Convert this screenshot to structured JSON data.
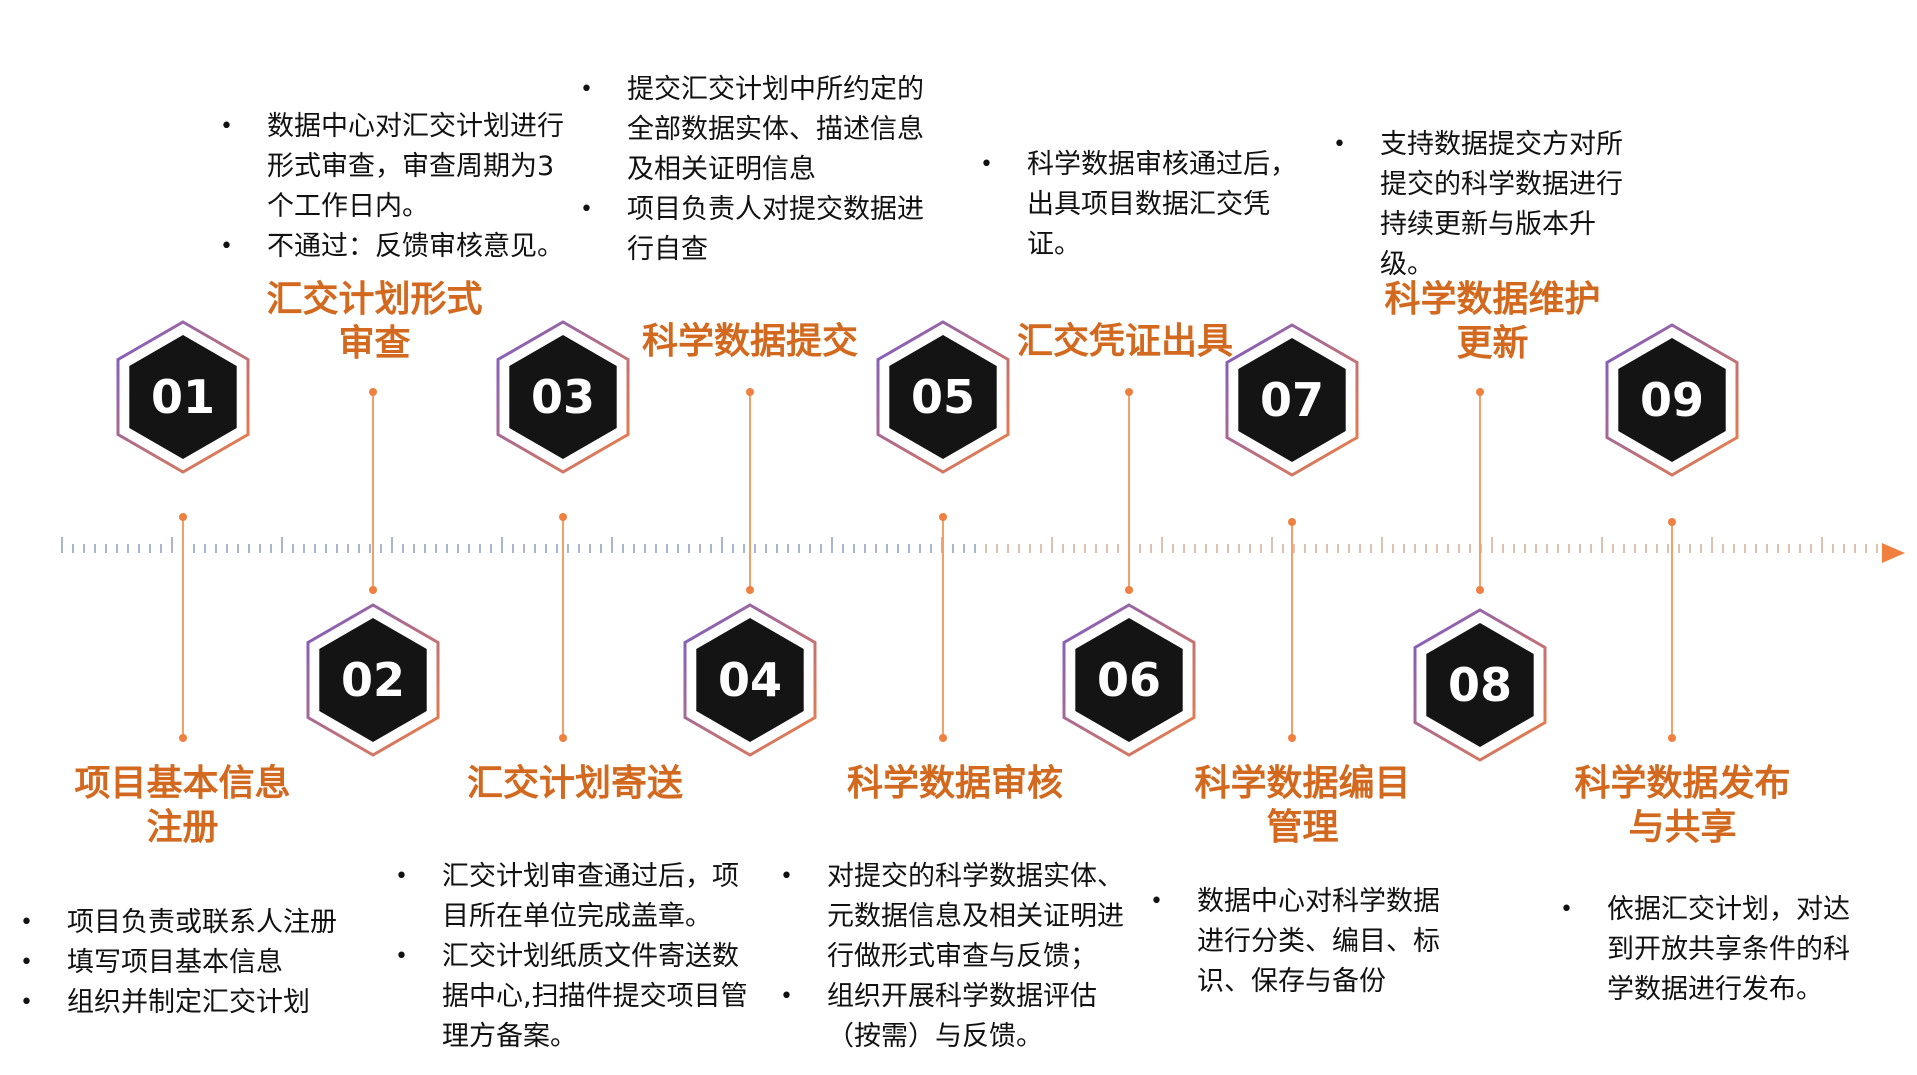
{
  "colors": {
    "accent": "#D2691E",
    "axis_blue": "#4A6CB8",
    "hex_fill": "#141414",
    "text": "#111111"
  },
  "steps": [
    {
      "num": "01",
      "title": "项目基本信息注册",
      "bullets": [
        "项目负责或联系人注册",
        "填写项目基本信息",
        "组织并制定汇交计划"
      ]
    },
    {
      "num": "02",
      "title": "汇交计划形式审查",
      "bullets": [
        "数据中心对汇交计划进行形式审查，审查周期为3个工作日内。",
        "不通过：反馈审核意见。"
      ]
    },
    {
      "num": "03",
      "title": "汇交计划寄送",
      "bullets": [
        "汇交计划审查通过后，项目所在单位完成盖章。",
        "汇交计划纸质文件寄送数据中心,扫描件提交项目管理方备案。"
      ]
    },
    {
      "num": "04",
      "title": "科学数据提交",
      "bullets": [
        "提交汇交计划中所约定的全部数据实体、描述信息及相关证明信息",
        "项目负责人对提交数据进行自查"
      ]
    },
    {
      "num": "05",
      "title": "科学数据审核",
      "bullets": [
        "对提交的科学数据实体、元数据信息及相关证明进行做形式审查与反馈；",
        "组织开展科学数据评估（按需）与反馈。"
      ]
    },
    {
      "num": "06",
      "title": "汇交凭证出具",
      "bullets": [
        "科学数据审核通过后，出具项目数据汇交凭证。"
      ]
    },
    {
      "num": "07",
      "title": "科学数据编目管理",
      "bullets": [
        "数据中心对科学数据进行分类、编目、标识、保存与备份"
      ]
    },
    {
      "num": "08",
      "title": "科学数据维护更新",
      "bullets": [
        "支持数据提交方对所提交的科学数据进行持续更新与版本升级。"
      ]
    },
    {
      "num": "09",
      "title": "科学数据发布与共享",
      "bullets": [
        "依据汇交计划，对达到开放共享条件的科学数据进行发布。"
      ]
    }
  ]
}
